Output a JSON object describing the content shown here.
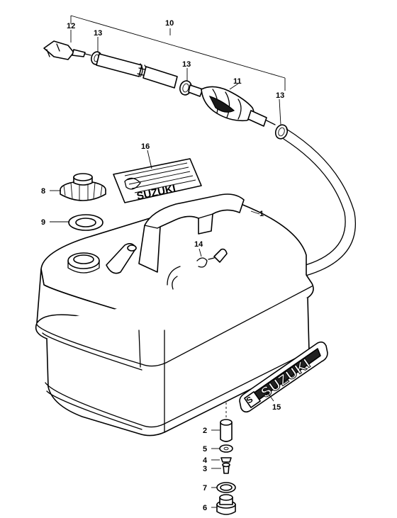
{
  "callouts": {
    "c1": "1",
    "c2": "2",
    "c3": "3",
    "c4": "4",
    "c5": "5",
    "c6": "6",
    "c7": "7",
    "c8": "8",
    "c9": "9",
    "c10": "10",
    "c11": "11",
    "c12": "12",
    "c13a": "13",
    "c13b": "13",
    "c13c": "13",
    "c14": "14",
    "c15": "15",
    "c16": "16"
  },
  "emblem": {
    "text": "SUZUKI",
    "letter": "S"
  },
  "label_plate": {
    "text": "SUZUKI"
  }
}
